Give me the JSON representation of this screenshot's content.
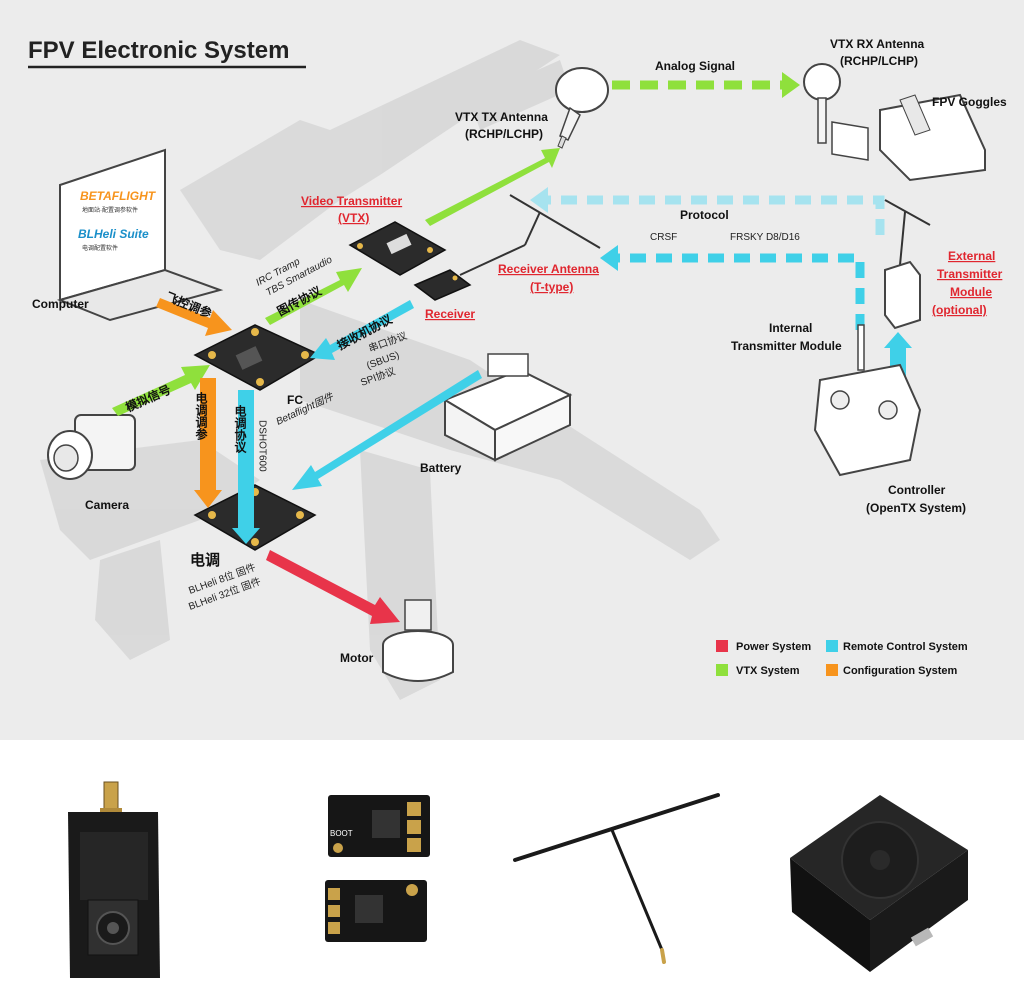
{
  "title": "FPV Electronic System",
  "labels": {
    "computer": "Computer",
    "camera": "Camera",
    "fc": "FC",
    "fc_fw": "Betaflight固件",
    "esc": "电调",
    "esc_fw1": "BLHeli 8位 固件",
    "esc_fw2": "BLHeli 32位 固件",
    "motor": "Motor",
    "battery": "Battery",
    "vtx_line1": "Video Transmitter",
    "vtx_line2": "(VTX)",
    "vtx_tx_ant1": "VTX TX Antenna",
    "vtx_tx_ant2": "(RCHP/LCHP)",
    "analog": "Analog Signal",
    "vtx_rx_ant1": "VTX RX Antenna",
    "vtx_rx_ant2": "(RCHP/LCHP)",
    "goggles": "FPV Goggles",
    "receiver": "Receiver",
    "rx_ant1": "Receiver Antenna",
    "rx_ant2": "(T-type)",
    "protocol": "Protocol",
    "crsf": "CRSF",
    "frsky": "FRSKY D8/D16",
    "ext_mod1": "External",
    "ext_mod2": "Transmitter",
    "ext_mod3": "Module",
    "ext_mod4": "(optional)",
    "int_mod1": "Internal",
    "int_mod2": "Transmitter Module",
    "controller1": "Controller",
    "controller2": "(OpenTX System)",
    "irc": "IRC Tramp",
    "tbs": "TBS Smartaudio",
    "serial1": "串口协议",
    "serial2": "(SBUS)",
    "serial3": "SPI协议",
    "dshot": "DSHOT600",
    "betaflight_logo": "BETAFLIGHT",
    "betaflight_sub": "地面站·配置调参软件",
    "blheli_logo": "BLHeli Suite",
    "blheli_sub": "电调配置软件",
    "arrow_fc_tune": "飞控调参",
    "arrow_analog": "模拟信号",
    "arrow_esc_tune": "电调调参",
    "arrow_esc_proto": "电调协议",
    "arrow_vtx_proto": "图传协议",
    "arrow_rx_proto": "接收机协议",
    "boot": "BOOT"
  },
  "legend": [
    {
      "label": "Power System",
      "color": "#e8344a"
    },
    {
      "label": "Remote Control System",
      "color": "#3fd0e8"
    },
    {
      "label": "VTX System",
      "color": "#8fe03c"
    },
    {
      "label": "Configuration System",
      "color": "#f7941d"
    }
  ],
  "colors": {
    "power": "#e8344a",
    "remote": "#3fd0e8",
    "vtx": "#8fe03c",
    "config": "#f7941d",
    "remote_light": "#a6e3ef",
    "background": "#ececec"
  }
}
